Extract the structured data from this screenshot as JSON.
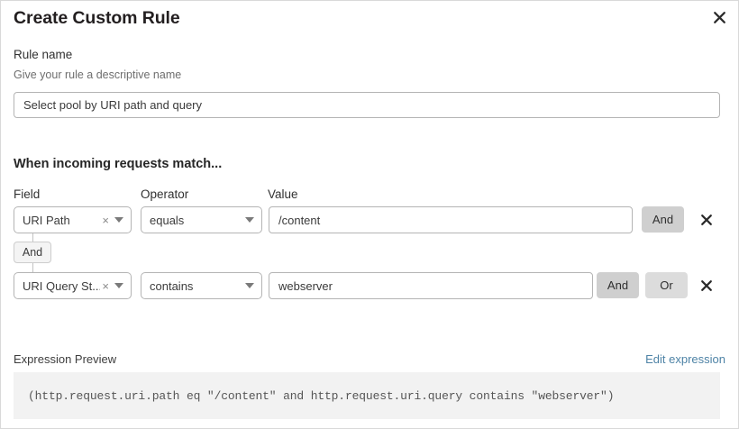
{
  "dialog": {
    "title": "Create Custom Rule",
    "close_icon": "close-icon"
  },
  "rule_name": {
    "label": "Rule name",
    "help_text": "Give your rule a descriptive name",
    "value": "Select pool by URI path and query",
    "placeholder": "Select pool by URI path and query"
  },
  "conditions_section": {
    "heading": "When incoming requests match...",
    "columns": {
      "field": "Field",
      "operator": "Operator",
      "value": "Value"
    },
    "connector": {
      "label": "And"
    },
    "rows": [
      {
        "field": "URI Path",
        "field_clear_icon": "clear-icon",
        "field_caret_icon": "chevron-down-icon",
        "operator": "equals",
        "operator_caret_icon": "chevron-down-icon",
        "value": "/content",
        "and_label": "And",
        "remove_icon": "close-icon"
      },
      {
        "field": "URI Query St...",
        "field_clear_icon": "clear-icon",
        "field_caret_icon": "chevron-down-icon",
        "operator": "contains",
        "operator_caret_icon": "chevron-down-icon",
        "value": "webserver",
        "and_label": "And",
        "or_label": "Or",
        "remove_icon": "close-icon"
      }
    ]
  },
  "expression_preview": {
    "label": "Expression Preview",
    "edit_link": "Edit expression",
    "expression": "(http.request.uri.path eq \"/content\" and http.request.uri.query contains \"webserver\")"
  },
  "colors": {
    "link": "#4e83a6",
    "logic_active": "#cfcfcf",
    "logic_idle": "#dcdcdc",
    "preview_bg": "#f2f2f2",
    "border": "#b4b4b4"
  }
}
